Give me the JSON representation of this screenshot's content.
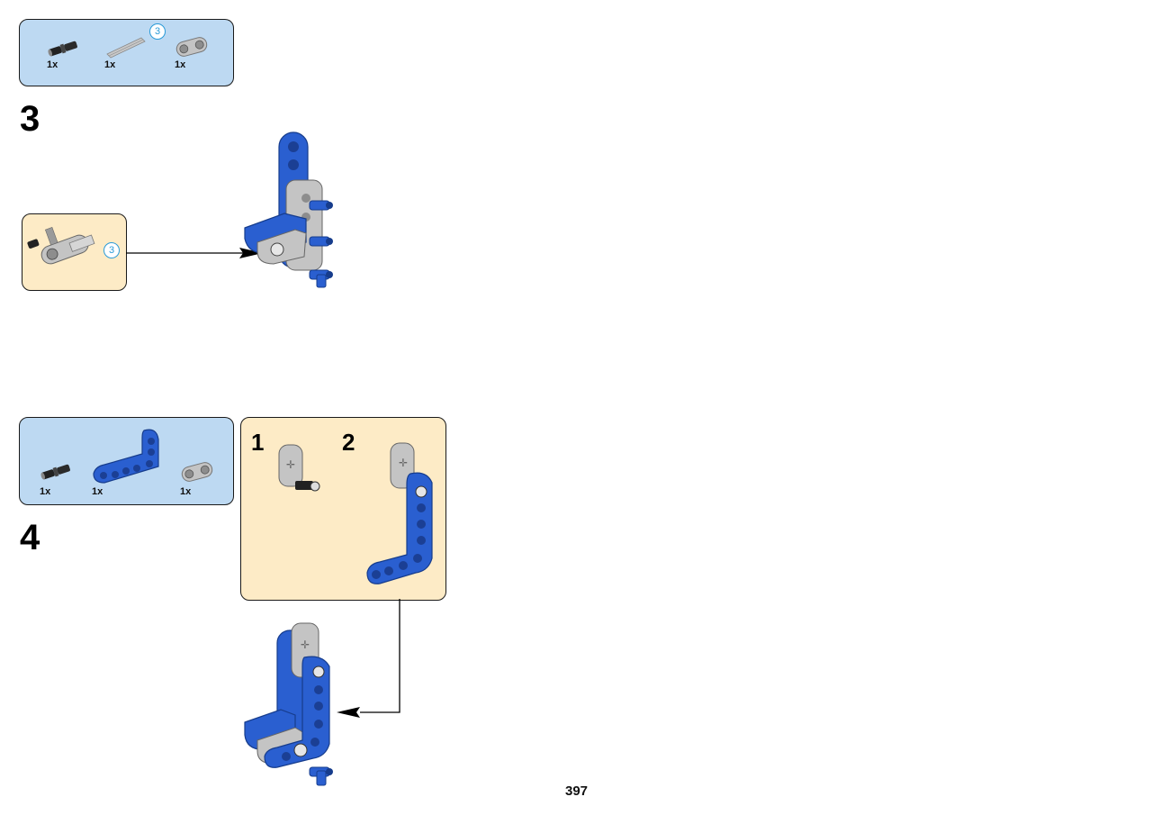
{
  "page": {
    "number": "397"
  },
  "step3": {
    "number": "3",
    "parts": [
      {
        "qty": "1x",
        "icon": "black-connector-pin"
      },
      {
        "qty": "1x",
        "icon": "gray-axle"
      },
      {
        "qty": "1x",
        "icon": "gray-double-connector"
      }
    ],
    "sub_count": "3",
    "sub_callout_count": "3"
  },
  "step4": {
    "number": "4",
    "parts": [
      {
        "qty": "1x",
        "icon": "black-connector-pin"
      },
      {
        "qty": "1x",
        "icon": "blue-angled-beam"
      },
      {
        "qty": "1x",
        "icon": "gray-double-connector"
      }
    ],
    "substeps": [
      "1",
      "2"
    ]
  },
  "colors": {
    "blue": "#2a5fd0",
    "gray": "#b8b8b8",
    "parts_bg": "#bdd9f2",
    "sub_bg": "#fdebc6",
    "circle": "#2a9bd8"
  }
}
